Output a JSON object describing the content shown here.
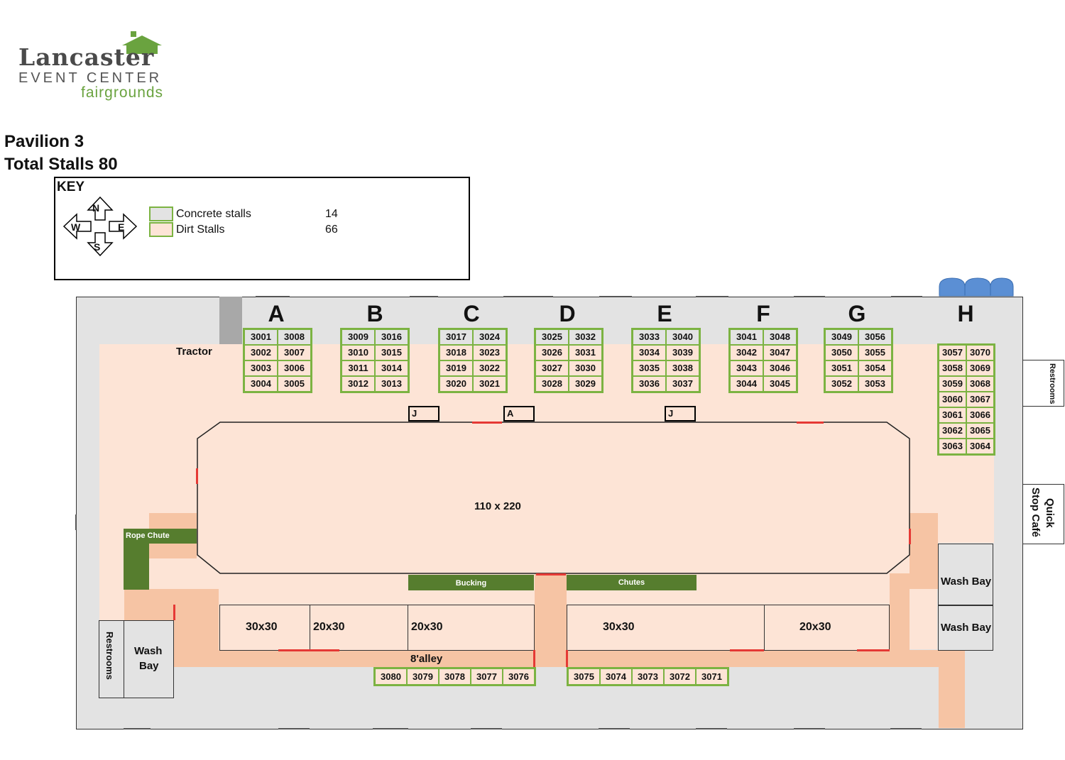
{
  "logo": {
    "main": "Lancaster",
    "sub": "EVENT CENTER",
    "fair": "fairgrounds",
    "brand_green": "#6aa33f"
  },
  "header": {
    "title": "Pavilion 3",
    "subtitle": "Total Stalls 80"
  },
  "key": {
    "title": "KEY",
    "compass": {
      "n": "N",
      "s": "S",
      "e": "E",
      "w": "W"
    },
    "items": [
      {
        "label": "Concrete stalls",
        "count": "14",
        "color": "#e3e3e3"
      },
      {
        "label": "Dirt Stalls",
        "count": "66",
        "color": "#fde4d6"
      }
    ]
  },
  "colors": {
    "concrete": "#e3e3e3",
    "dirt": "#fde4d6",
    "alley": "#f6c4a4",
    "stall_border": "#7cb342",
    "chute": "#567d2e",
    "gate": "#e53935",
    "tank": "#5b8fd4"
  },
  "rows": [
    {
      "label": "A",
      "left": [
        "3001",
        "3002",
        "3003",
        "3004"
      ],
      "right": [
        "3008",
        "3007",
        "3006",
        "3005"
      ]
    },
    {
      "label": "B",
      "left": [
        "3009",
        "3010",
        "3011",
        "3012"
      ],
      "right": [
        "3016",
        "3015",
        "3014",
        "3013"
      ]
    },
    {
      "label": "C",
      "left": [
        "3017",
        "3018",
        "3019",
        "3020"
      ],
      "right": [
        "3024",
        "3023",
        "3022",
        "3021"
      ]
    },
    {
      "label": "D",
      "left": [
        "3025",
        "3026",
        "3027",
        "3028"
      ],
      "right": [
        "3032",
        "3031",
        "3030",
        "3029"
      ]
    },
    {
      "label": "E",
      "left": [
        "3033",
        "3034",
        "3035",
        "3036"
      ],
      "right": [
        "3040",
        "3039",
        "3038",
        "3037"
      ]
    },
    {
      "label": "F",
      "left": [
        "3041",
        "3042",
        "3043",
        "3044"
      ],
      "right": [
        "3048",
        "3047",
        "3046",
        "3045"
      ]
    },
    {
      "label": "G",
      "left": [
        "3049",
        "3050",
        "3051",
        "3052"
      ],
      "right": [
        "3056",
        "3055",
        "3054",
        "3053"
      ]
    }
  ],
  "row_h": {
    "label": "H",
    "left": [
      "3057",
      "3058",
      "3059",
      "3060",
      "3061",
      "3062",
      "3063"
    ],
    "right": [
      "3070",
      "3069",
      "3068",
      "3067",
      "3066",
      "3065",
      "3064"
    ]
  },
  "bottom_left": [
    "3080",
    "3079",
    "3078",
    "3077",
    "3076"
  ],
  "bottom_right": [
    "3075",
    "3074",
    "3073",
    "3072",
    "3071"
  ],
  "labels": {
    "tractor": "Tractor",
    "arena": "110 x 220",
    "rope_chute": "Rope Chute",
    "bucking": "Bucking",
    "chutes": "Chutes",
    "alley": "8'alley",
    "wash_bay": "Wash Bay",
    "wash": "Wash",
    "bay": "Bay",
    "restrooms": "Restrooms",
    "quick": "Quick",
    "stop_cafe": "Stop Café",
    "judge_j": "J",
    "judge_a": "A"
  },
  "pens": [
    "30x30",
    "20x30",
    "20x30",
    "30x30",
    "20x30"
  ]
}
